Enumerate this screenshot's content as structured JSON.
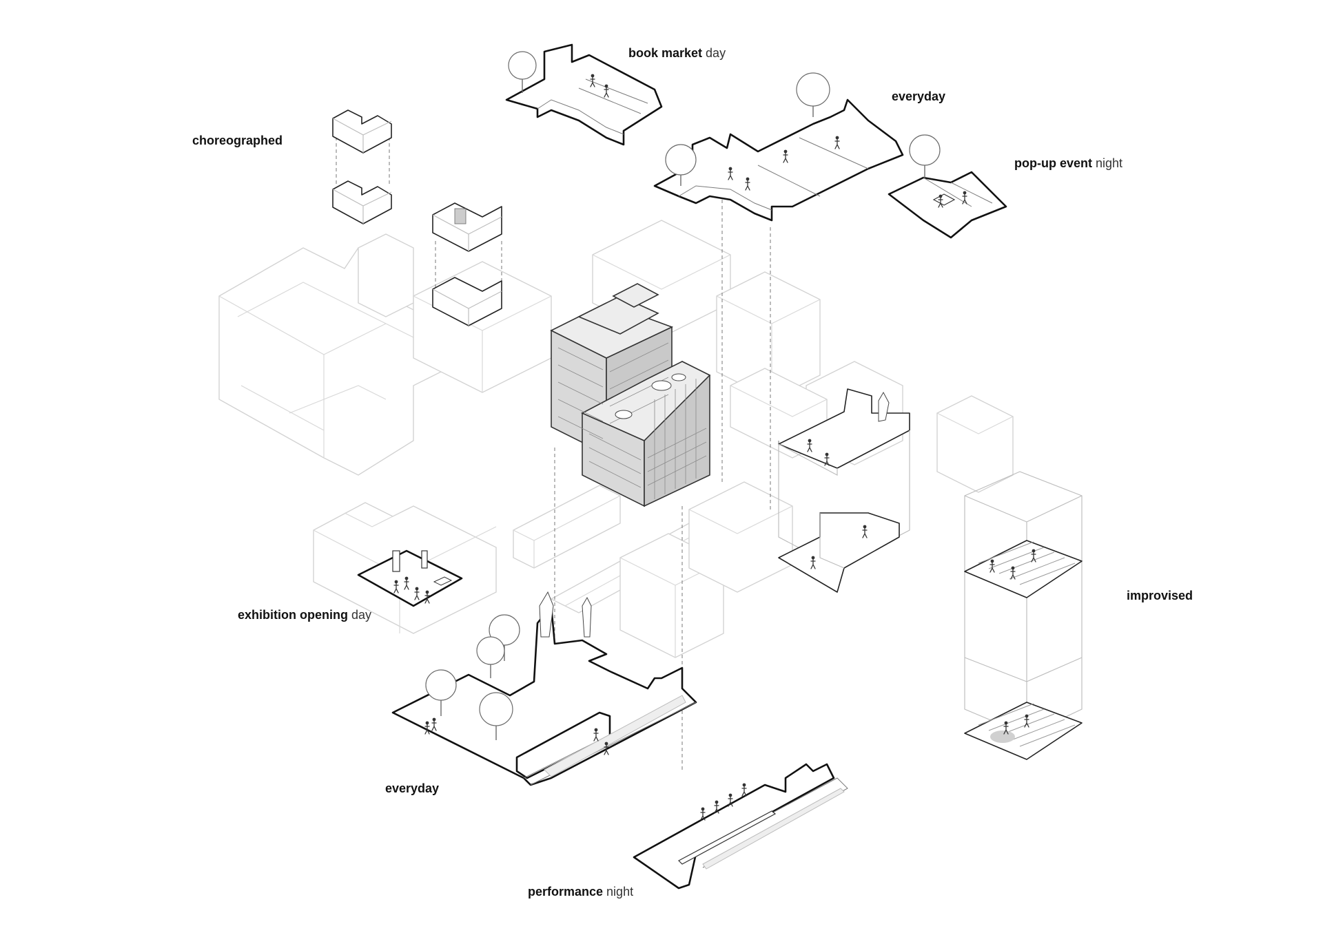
{
  "labels": {
    "choreographed": {
      "strong": "choreographed",
      "light": ""
    },
    "book_market": {
      "strong": "book market",
      "light": " day"
    },
    "everyday_top": {
      "strong": "everyday",
      "light": ""
    },
    "popup_event": {
      "strong": "pop-up event",
      "light": " night"
    },
    "improvised": {
      "strong": "improvised",
      "light": ""
    },
    "exhibition_opening": {
      "strong": "exhibition opening",
      "light": " day"
    },
    "everyday_bottom": {
      "strong": "everyday",
      "light": ""
    },
    "performance": {
      "strong": "performance",
      "light": " night"
    }
  },
  "colors": {
    "background": "#ffffff",
    "context_line": "#d2d2d2",
    "platform_outline": "#111111",
    "building_fill": "#d9d9d9",
    "leader_line": "#777777"
  }
}
